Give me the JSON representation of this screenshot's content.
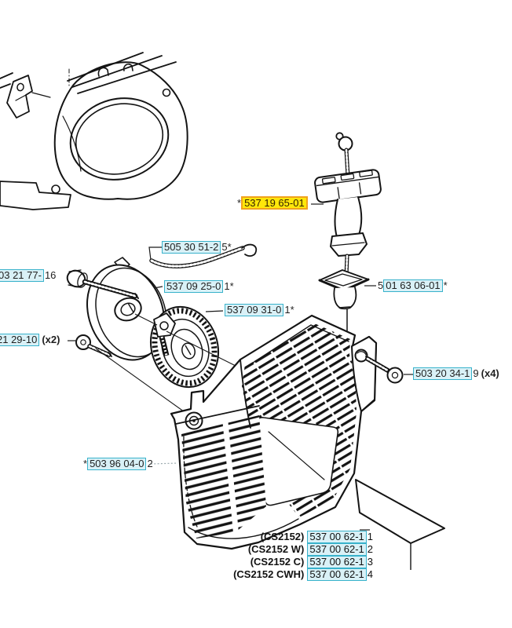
{
  "colors": {
    "highlight_fill": "#ffe70a",
    "highlight_border": "#f0a21e",
    "part_box_fill": "#d9f1f7",
    "part_box_border": "#38b2cb",
    "line_art": "#141414",
    "text": "#1f1f1f"
  },
  "callouts": [
    {
      "head": "*",
      "boxed": "537 19 65-01",
      "tail": "",
      "suffix": "",
      "highlighted": true
    },
    {
      "head": "",
      "boxed": "505 30 51-2",
      "tail": "5*",
      "suffix": ""
    },
    {
      "head": "",
      "boxed": "03 21 77-",
      "tail": "16",
      "suffix": ""
    },
    {
      "head": "",
      "boxed": "537 09 25-0",
      "tail": "1*",
      "suffix": ""
    },
    {
      "head": "",
      "boxed": "537 09 31-0",
      "tail": "1*",
      "suffix": ""
    },
    {
      "head": "5",
      "boxed": "01 63 06-01",
      "tail": "*",
      "suffix": ""
    },
    {
      "head": "",
      "boxed": "21 29-10",
      "tail": "",
      "suffix": "(x2)"
    },
    {
      "head": "",
      "boxed": "503 20 34-1",
      "tail": "9",
      "suffix": "(x4)"
    },
    {
      "head": "*",
      "boxed": "503 96 04-0",
      "tail": "2",
      "suffix": ""
    }
  ],
  "variants": [
    {
      "model": "(CS2152)",
      "boxed": "537 00 62-1",
      "tail": "1"
    },
    {
      "model": "(CS2152 W)",
      "boxed": "537 00 62-1",
      "tail": "2"
    },
    {
      "model": "(CS2152 C)",
      "boxed": "537 00 62-1",
      "tail": "3"
    },
    {
      "model": "(CS2152 CWH)",
      "boxed": "537 00 62-1",
      "tail": "4"
    }
  ]
}
